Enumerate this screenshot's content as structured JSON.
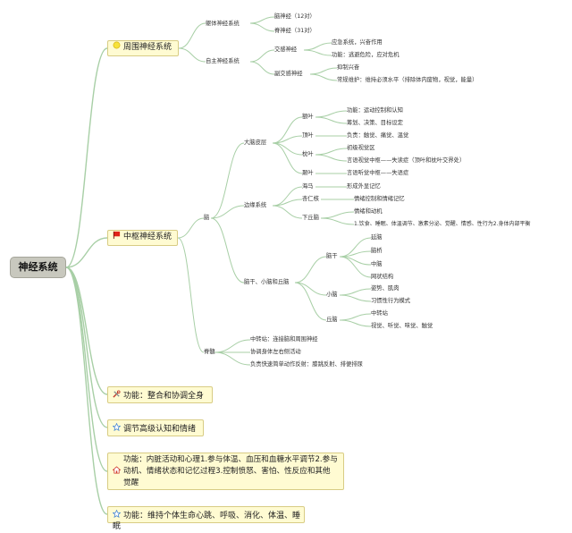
{
  "root": {
    "label": "神经系统"
  },
  "peripheral": {
    "label": "周围神经系统",
    "somatic": {
      "label": "躯体神经系统",
      "items": [
        "脑神经（12对）",
        "脊神经（31对）"
      ]
    },
    "autonomic": {
      "label": "自主神经系统",
      "sympathetic": {
        "label": "交感神经",
        "items": [
          "应急系统，兴奋作用",
          "功能：逃避危险，应对危机"
        ]
      },
      "parasympathetic": {
        "label": "副交感神经",
        "items": [
          "抑制兴奋",
          "常规维护：维持必须水平（排除体内废物，视觉，能量）"
        ]
      }
    }
  },
  "central": {
    "label": "中枢神经系统",
    "brain": {
      "label": "脑",
      "cortex": {
        "label": "大脑皮层",
        "frontal": {
          "label": "额叶",
          "items": [
            "功能：运动控制和认知",
            "筹划、决策、目标设定"
          ]
        },
        "parietal": {
          "label": "顶叶",
          "items": [
            "负责：触觉、痛觉、温觉"
          ]
        },
        "occipital": {
          "label": "枕叶",
          "items": [
            "初级视觉区",
            "言语视觉中枢——失读症（顶叶和枕叶交界处）"
          ]
        },
        "temporal": {
          "label": "颞叶",
          "items": [
            "言语听觉中枢——失语症"
          ]
        }
      },
      "limbic": {
        "label": "边缘系统",
        "hippocampus": {
          "label": "海马",
          "items": [
            "形成外显记忆"
          ]
        },
        "amygdala": {
          "label": "杏仁核",
          "items": [
            "情绪控制和情绪记忆"
          ]
        },
        "hypothalamus": {
          "label": "下丘脑",
          "items": [
            "情绪和动机",
            "1.饮食、睡眠、体温调节、激素分泌、觉醒、情感、性行为2.身体内部平衡"
          ]
        }
      },
      "stem": {
        "label": "脑干、小脑和丘脑",
        "brainstem": {
          "label": "脑干",
          "items": [
            "延脑",
            "脑桥",
            "中脑",
            "网状结构"
          ]
        },
        "cerebellum": {
          "label": "小脑",
          "items": [
            "姿势、肌肉",
            "习惯性行为模式"
          ]
        },
        "thalamus": {
          "label": "丘脑",
          "items": [
            "中转站",
            "视觉、听觉、味觉、触觉"
          ]
        }
      }
    },
    "spinal": {
      "label": "脊髓",
      "items": [
        "中转站：连接脑和周围神经",
        "协调身体左右侧活动",
        "负责快速简单动作反射：膝跳反射、排便排尿"
      ]
    }
  },
  "notes": [
    {
      "icon": "tools-icon",
      "text": "功能：整合和协调全身"
    },
    {
      "icon": "star-icon",
      "text": "调节高级认知和情绪"
    },
    {
      "icon": "house-icon",
      "text": "功能：内脏活动和心理1.参与体温、血压和血糖水平调节2.参与动机、情绪状态和记忆过程3.控制愤怒、害怕、性反应和其他觉醒"
    },
    {
      "icon": "star-icon",
      "text": "功能：维持个体生命心跳、呼吸、消化、体温、睡眠"
    }
  ],
  "colors": {
    "wire": "#a8cfa6",
    "box_fill": "#fffbd2",
    "box_border": "#d8cc84",
    "flag": "#e02418",
    "root_fill": "#c8c8be"
  }
}
